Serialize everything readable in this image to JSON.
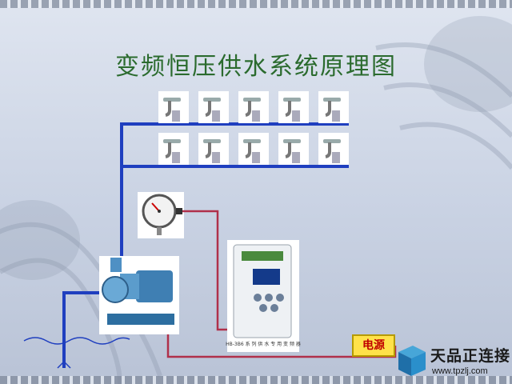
{
  "slide": {
    "title": "变频恒压供水系统原理图"
  },
  "labels": {
    "power": "电源"
  },
  "inverter": {
    "brand": "",
    "caption": "HB-3B6 系 列 供 水 专 用 变 频 器"
  },
  "logo": {
    "name": "天品正连接",
    "url": "www.tpzlj.com"
  },
  "colors": {
    "water_pipe": "#1f3fbf",
    "signal_wire": "#b0304a",
    "title": "#2b6b2e",
    "power_box": "#ffe24a"
  },
  "icons": {
    "faucet": "faucet-icon",
    "gauge": "pressure-gauge-icon",
    "pump": "water-pump-icon",
    "inverter": "frequency-inverter-icon",
    "logo": "cube-logo-icon"
  }
}
